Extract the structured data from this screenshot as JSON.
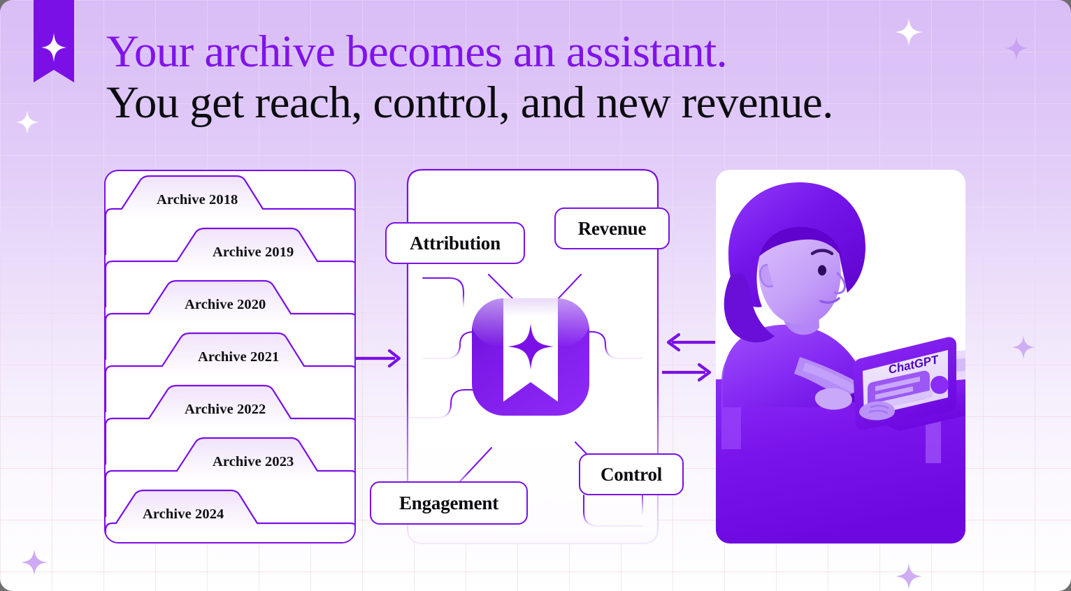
{
  "brand": {
    "logo_icon": "bookmark-sparkle-icon",
    "accent_color": "#7a10e6",
    "headline_purple": "#8013ea",
    "headline_black": "#0c0c10"
  },
  "headline": {
    "line1": "Your archive becomes an assistant.",
    "line2": "You get reach, control, and new revenue."
  },
  "archive_panel": {
    "name": "archive-folder-stack",
    "folders": [
      {
        "label": "Archive 2018",
        "tab_side": "left"
      },
      {
        "label": "Archive 2019",
        "tab_side": "right"
      },
      {
        "label": "Archive 2020",
        "tab_side": "left"
      },
      {
        "label": "Archive 2021",
        "tab_side": "center"
      },
      {
        "label": "Archive 2022",
        "tab_side": "left"
      },
      {
        "label": "Archive 2023",
        "tab_side": "right"
      },
      {
        "label": "Archive 2024",
        "tab_side": "left"
      }
    ]
  },
  "circuit_panel": {
    "name": "circuit-board",
    "center_icon": "bookmark-sparkle-tile",
    "nodes": [
      {
        "id": "attribution",
        "label": "Attribution"
      },
      {
        "id": "revenue",
        "label": "Revenue"
      },
      {
        "id": "control",
        "label": "Control"
      },
      {
        "id": "engagement",
        "label": "Engagement"
      }
    ]
  },
  "person_panel": {
    "name": "person-at-laptop",
    "laptop_screen_title": "ChatGPT"
  },
  "arrows": [
    {
      "id": "archive-to-circuit",
      "direction": "right"
    },
    {
      "id": "assistant-to-circuit",
      "direction": "left"
    },
    {
      "id": "circuit-to-assistant",
      "direction": "right"
    }
  ]
}
